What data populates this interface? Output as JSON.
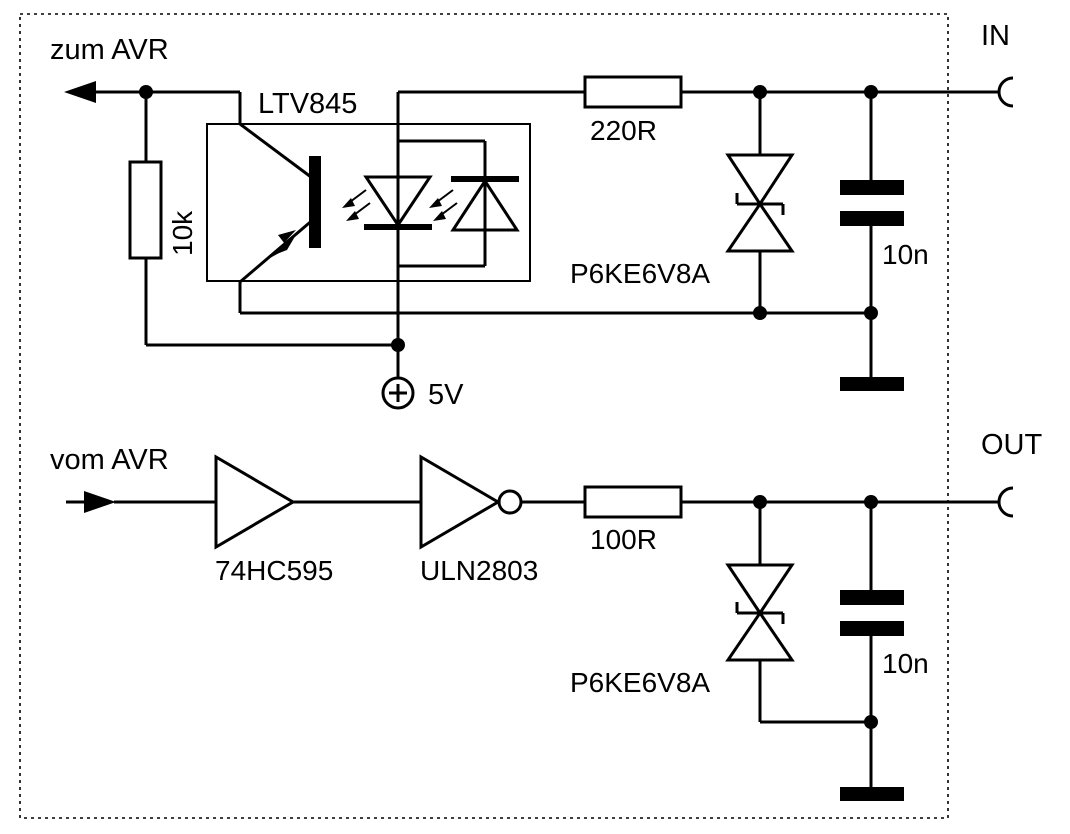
{
  "labels": {
    "zum_avr": "zum AVR",
    "vom_avr": "vom AVR",
    "optocoupler": "LTV845",
    "resistor_pullup": "10k",
    "resistor_in": "220R",
    "resistor_out": "100R",
    "tvs_in": "P6KE6V8A",
    "tvs_out": "P6KE6V8A",
    "cap_in": "10n",
    "cap_out": "10n",
    "supply": "5V",
    "port_in": "IN",
    "port_out": "OUT",
    "shift_register": "74HC595",
    "driver": "ULN2803"
  }
}
